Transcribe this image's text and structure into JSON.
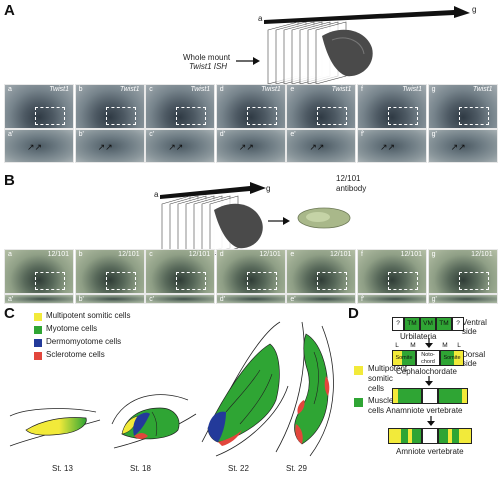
{
  "panelA": {
    "letter": "A",
    "stack_start": "a",
    "stack_end": "g",
    "method_line1": "Whole mount",
    "method_line2": "Twist1 ISH",
    "tiles": [
      {
        "letter": "a",
        "marker": "Twist1"
      },
      {
        "letter": "b",
        "marker": "Twist1"
      },
      {
        "letter": "c",
        "marker": "Twist1"
      },
      {
        "letter": "d",
        "marker": "Twist1"
      },
      {
        "letter": "e",
        "marker": "Twist1"
      },
      {
        "letter": "f",
        "marker": "Twist1"
      },
      {
        "letter": "g",
        "marker": "Twist1"
      }
    ],
    "zooms": [
      "a'",
      "b'",
      "c'",
      "d'",
      "e'",
      "f'",
      "g'"
    ]
  },
  "panelB": {
    "letter": "B",
    "stack_start": "a",
    "stack_end": "g",
    "antibody_line1": "12/101",
    "antibody_line2": "antibody",
    "tiles": [
      {
        "letter": "a",
        "marker": "12/101"
      },
      {
        "letter": "b",
        "marker": "12/101"
      },
      {
        "letter": "c",
        "marker": "12/101"
      },
      {
        "letter": "d",
        "marker": "12/101"
      },
      {
        "letter": "e",
        "marker": "12/101"
      },
      {
        "letter": "f",
        "marker": "12/101"
      },
      {
        "letter": "g",
        "marker": "12/101"
      }
    ],
    "zooms": [
      "a'",
      "b'",
      "c'",
      "d'",
      "e'",
      "f'",
      "g'"
    ]
  },
  "panelC": {
    "letter": "C",
    "legend": [
      {
        "label": "Multipotent somitic cells",
        "color": "#f2ea3a"
      },
      {
        "label": "Myotome cells",
        "color": "#2fa534"
      },
      {
        "label": "Dermomyotome cells",
        "color": "#233a9a"
      },
      {
        "label": "Sclerotome cells",
        "color": "#e2463c"
      }
    ],
    "stages": [
      "St. 13",
      "St. 18",
      "St. 22",
      "St. 29"
    ]
  },
  "panelD": {
    "letter": "D",
    "ventral": "Ventral side",
    "dorsal": "Dorsal side",
    "top_cells": [
      "?",
      "TM",
      "VM",
      "TM",
      "?"
    ],
    "lmml": [
      "L",
      "M",
      "M",
      "L"
    ],
    "urbilateria": "Urbilateria",
    "somite_left": "Somite",
    "notochord": "Noto-chord",
    "somite_right": "Somite",
    "cephalochordate": "Cephalochordate",
    "anamniote": "Anamniote vertebrate",
    "amniote": "Amniote vertebrate",
    "legend": [
      {
        "label_line1": "Multipotent",
        "label_line2": "somitic",
        "label_line3": "cells",
        "color": "#f2ea3a"
      },
      {
        "label_line1": "Muscle",
        "label_line2": "cells",
        "color": "#2fa534"
      }
    ]
  }
}
